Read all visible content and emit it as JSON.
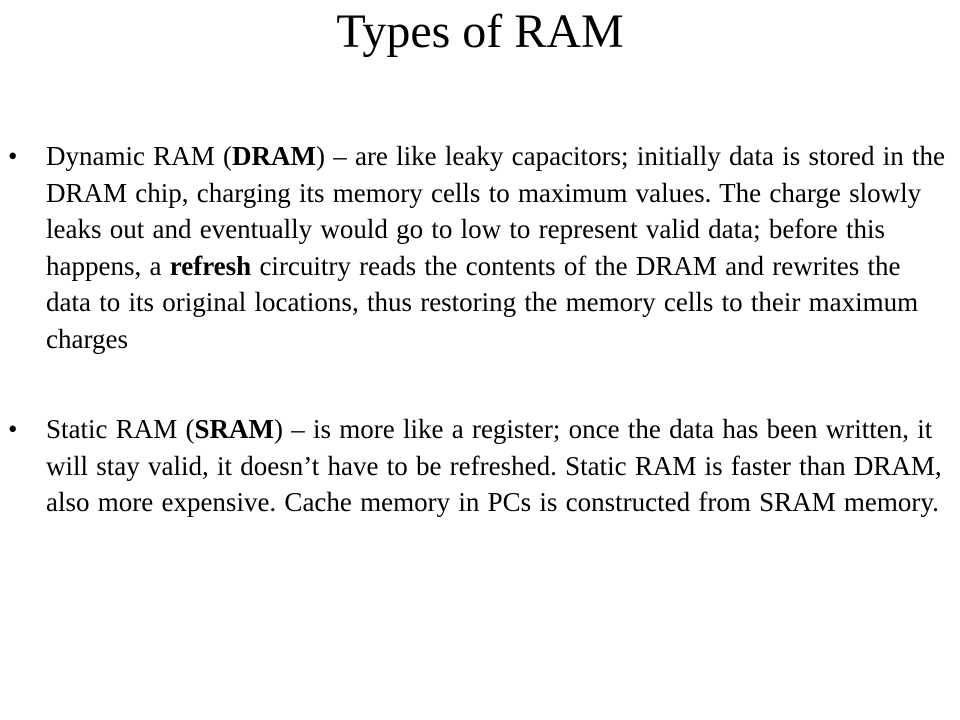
{
  "slide": {
    "title": "Types of RAM",
    "bullet_mark": "•",
    "bullets": [
      {
        "segments": [
          {
            "text": "Dynamic RAM (",
            "bold": false
          },
          {
            "text": "DRAM",
            "bold": true
          },
          {
            "text": ") – are like leaky capacitors; initially data is stored in the DRAM chip, charging its memory cells to maximum values. The charge slowly leaks out and eventually would go to low to represent valid data; before this happens, a ",
            "bold": false
          },
          {
            "text": "refresh",
            "bold": true
          },
          {
            "text": " circuitry reads the contents of the DRAM and rewrites the data to its original locations, thus restoring the memory cells to their maximum charges",
            "bold": false
          }
        ]
      },
      {
        "segments": [
          {
            "text": "Static RAM (",
            "bold": false
          },
          {
            "text": "SRAM",
            "bold": true
          },
          {
            "text": ") – is more like a register; once the data has been written, it will stay valid, it doesn’t have to be refreshed. Static RAM is faster than DRAM, also more expensive. Cache memory in PCs is constructed from SRAM memory.",
            "bold": false
          }
        ]
      }
    ]
  }
}
